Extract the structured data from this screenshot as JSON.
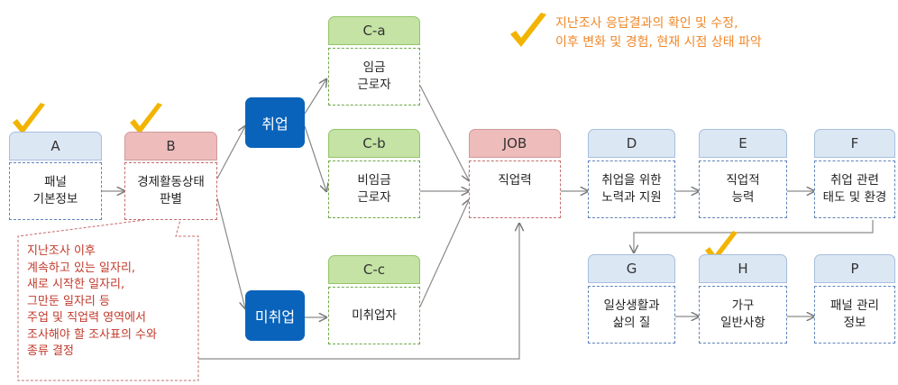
{
  "headline": "지난조사 응답결과의 확인 및 수정,\n이후 변화 및 경험, 현재 시점 상태 파악",
  "nodes": {
    "A": {
      "header": "A",
      "body": "패널\n기본정보"
    },
    "B": {
      "header": "B",
      "body": "경제활동상태\n판별"
    },
    "Ca": {
      "header": "C-a",
      "body": "임금\n근로자"
    },
    "Cb": {
      "header": "C-b",
      "body": "비임금\n근로자"
    },
    "Cc": {
      "header": "C-c",
      "body": "미취업자"
    },
    "JOB": {
      "header": "JOB",
      "body": "직업력"
    },
    "D": {
      "header": "D",
      "body": "취업을 위한\n노력과 지원"
    },
    "E": {
      "header": "E",
      "body": "직업적\n능력"
    },
    "F": {
      "header": "F",
      "body": "취업 관련\n태도 및 환경"
    },
    "G": {
      "header": "G",
      "body": "일상생활과\n삶의 질"
    },
    "H": {
      "header": "H",
      "body": "가구\n일반사항"
    },
    "P": {
      "header": "P",
      "body": "패널 관리\n정보"
    }
  },
  "branches": {
    "employed": "취업",
    "unemployed": "미취업"
  },
  "note": "지난조사 이후\n계속하고 있는 일자리,\n새로 시작한 일자리,\n그만둔 일자리 등\n주업 및 직업력 영역에서\n조사해야 할 조사표의 수와\n종류 결정",
  "colors": {
    "blue_header": "#dce7f4",
    "red_header": "#efbcbc",
    "green_header": "#c4e3a4",
    "pill": "#0a63ba",
    "note_text": "#c0392b",
    "headline_text": "#f0882a",
    "check": "#f2b400"
  }
}
